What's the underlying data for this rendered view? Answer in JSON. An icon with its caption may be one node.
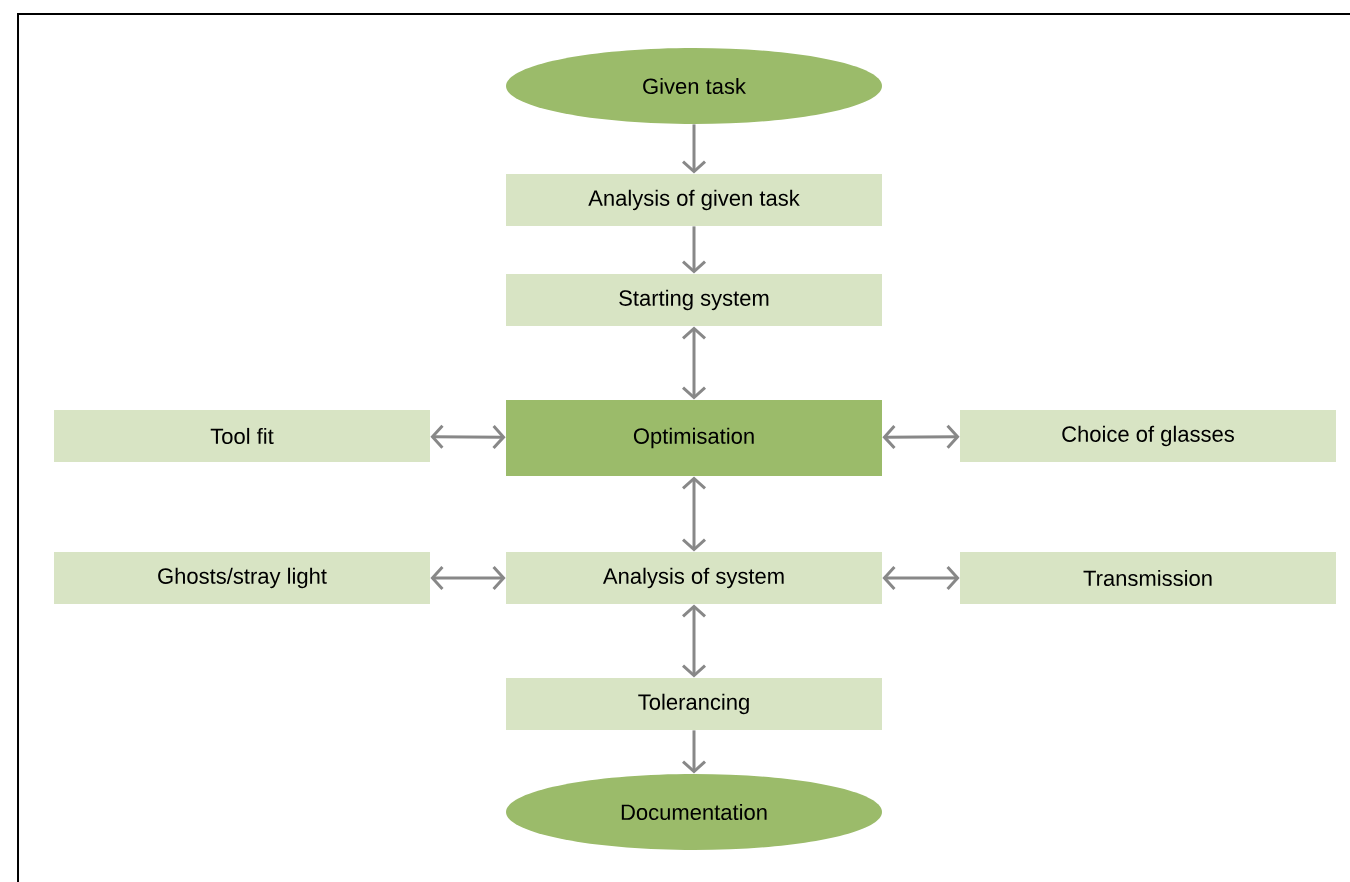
{
  "diagram": {
    "nodes": [
      {
        "text": [
          "Given task"
        ]
      },
      {
        "text": [
          "Analysis of given task"
        ]
      },
      {
        "text": [
          "Starting system"
        ]
      },
      {
        "text": [
          "Tool fit"
        ]
      },
      {
        "text": [
          "Optimisation"
        ]
      },
      {
        "text": [
          "Choice of glasses"
        ]
      },
      {
        "text": [
          "Ghosts/stray light"
        ]
      },
      {
        "text": [
          "Analysis of system"
        ]
      },
      {
        "text": [
          "Transmission"
        ]
      },
      {
        "text": [
          "Tolerancing"
        ]
      },
      {
        "text": [
          "Documentation"
        ]
      }
    ],
    "edges": [
      {
        "from": 0,
        "to": 1,
        "arrow": "to"
      },
      {
        "from": 1,
        "to": 2,
        "arrow": "to"
      },
      {
        "from": 2,
        "to": 4,
        "arrow": "both"
      },
      {
        "from": 4,
        "to": 3,
        "arrow": "both"
      },
      {
        "from": 4,
        "to": 5,
        "arrow": "both"
      },
      {
        "from": 4,
        "to": 7,
        "arrow": "both"
      },
      {
        "from": 7,
        "to": 6,
        "arrow": "both"
      },
      {
        "from": 7,
        "to": 8,
        "arrow": "both"
      },
      {
        "from": 7,
        "to": 9,
        "arrow": "both"
      },
      {
        "from": 9,
        "to": 10,
        "arrow": "to"
      }
    ]
  }
}
